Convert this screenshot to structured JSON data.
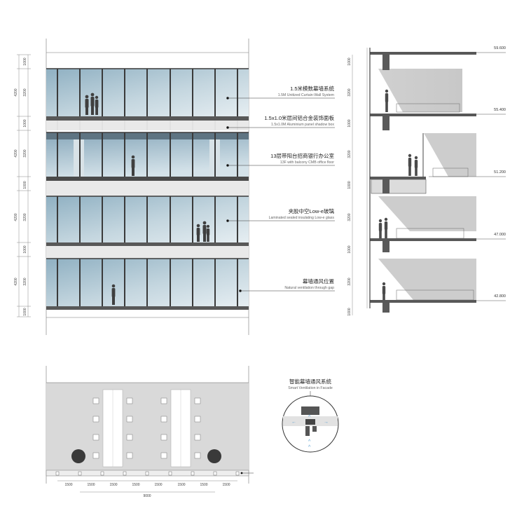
{
  "elevation": {
    "dims": [
      "1000",
      "4200",
      "3200",
      "1000",
      "4200",
      "3200",
      "1000",
      "4200",
      "3200",
      "1000",
      "4200",
      "3200",
      "1000"
    ]
  },
  "annotations": [
    {
      "cn": "1.5米模数幕墙系统",
      "en": "1.5M Unitized Curtain-Wall System"
    },
    {
      "cn": "1.5x1.0米层间铝合金装饰面板",
      "en": "1.5x1.0M Aluminium panel shadow box"
    },
    {
      "cn": "13层带阳台招商银行办公室",
      "en": "13F with balcony CMB office floor"
    },
    {
      "cn": "夹胶中空Low-e玻璃",
      "en": "Laminated sealed insulating Low-e glass"
    },
    {
      "cn": "幕墙通风位置",
      "en": "Natural ventilation through gap"
    }
  ],
  "section": {
    "dims": [
      "1000",
      "3200",
      "1000",
      "3200",
      "1000",
      "3200",
      "1000",
      "3200",
      "1000"
    ],
    "levels": [
      "59.600",
      "55.400",
      "51.200",
      "47.000",
      "42.800"
    ]
  },
  "plan": {
    "dims": [
      "1500",
      "1500",
      "1500",
      "1500",
      "1500",
      "1500",
      "1500",
      "1500"
    ],
    "total": "9000"
  },
  "detail": {
    "title_cn": "智能幕墙通风系统",
    "title_en": "Smart Ventilation in Facade"
  },
  "colors": {
    "glass": "#a9c1cf",
    "mullion": "#3a3a3a",
    "slab": "#585858",
    "plan_fill": "#d9d9d9",
    "section_shadow": "#cccccc"
  }
}
